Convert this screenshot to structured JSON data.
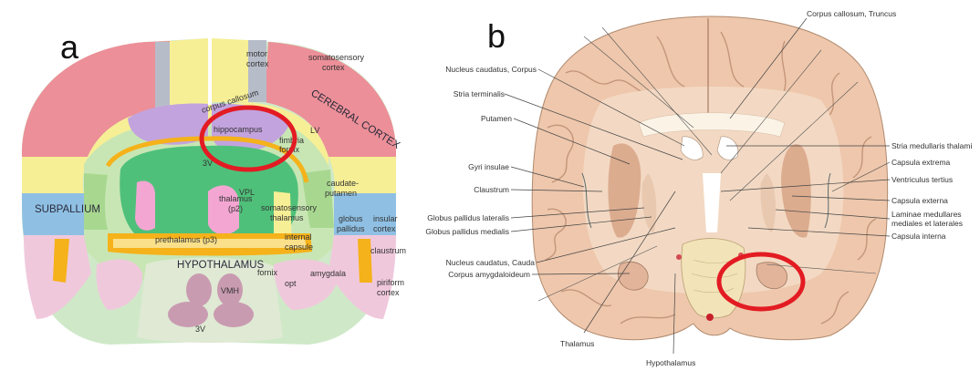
{
  "panel_a": {
    "letter": "a",
    "labels": {
      "motor_cortex_l1": "motor",
      "motor_cortex_l2": "cortex",
      "somatosensory_cortex_l1": "somatosensory",
      "somatosensory_cortex_l2": "cortex",
      "cerebral_cortex": "CEREBRAL CORTEX",
      "corpus_callosum": "corpus callosum",
      "hippocampus": "hippocampus",
      "fimbria_l1": "fimbria",
      "fimbria_l2": "fornix",
      "lv": "LV",
      "v3_top": "3V",
      "subpallium": "SUBPALLIUM",
      "vpl": "VPL",
      "thalamus_l1": "thalamus",
      "thalamus_l2": "(p2)",
      "somatosensory_thalamus_l1": "somatosensory",
      "somatosensory_thalamus_l2": "thalamus",
      "caudate_l1": "caudate-",
      "caudate_l2": "putamen",
      "globus_l1": "globus",
      "globus_l2": "pallidus",
      "insular_l1": "insular",
      "insular_l2": "cortex",
      "internal_capsule_l1": "internal",
      "internal_capsule_l2": "capsule",
      "claustrum": "claustrum",
      "prethalamus": "prethalamus (p3)",
      "hypothalamus": "HYPOTHALAMUS",
      "fornix": "fornix",
      "amygdala": "amygdala",
      "opt": "opt",
      "piriform_l1": "piriform",
      "piriform_l2": "cortex",
      "vmh": "VMH",
      "v3_bottom": "3V"
    }
  },
  "panel_b": {
    "letter": "b",
    "labels": {
      "corpus_callosum": "Corpus callosum, Truncus",
      "nucleus_caudatus_corpus": "Nucleus caudatus, Corpus",
      "stria_terminalis": "Stria terminalis",
      "putamen": "Putamen",
      "gyri_insulae": "Gyri insulae",
      "claustrum": "Claustrum",
      "globus_pallidus_lateralis": "Globus pallidus lateralis",
      "globus_pallidus_medialis": "Globus pallidus medialis",
      "nucleus_caudatus_cauda": "Nucleus caudatus, Cauda",
      "corpus_amygdaloideum": "Corpus amygdaloideum",
      "thalamus": "Thalamus",
      "hypothalamus": "Hypothalamus",
      "stria_medullaris": "Stria medullaris thalami",
      "capsula_extrema": "Capsula extrema",
      "ventriculus_tertius": "Ventriculus tertius",
      "capsula_externa": "Capsula externa",
      "laminae_l1": "Laminae medullares",
      "laminae_l2": "mediales et laterales",
      "capsula_interna": "Capsula interna"
    }
  },
  "colors": {
    "highlight_ring": "#e31b23",
    "cortex_pink": "#ec8f98",
    "subpallium_blue": "#8fc0e4",
    "pallium_yellow": "#f7ef95",
    "thalamus_green": "#4fc07a",
    "hippocampus_lavender": "#c2a3de"
  }
}
